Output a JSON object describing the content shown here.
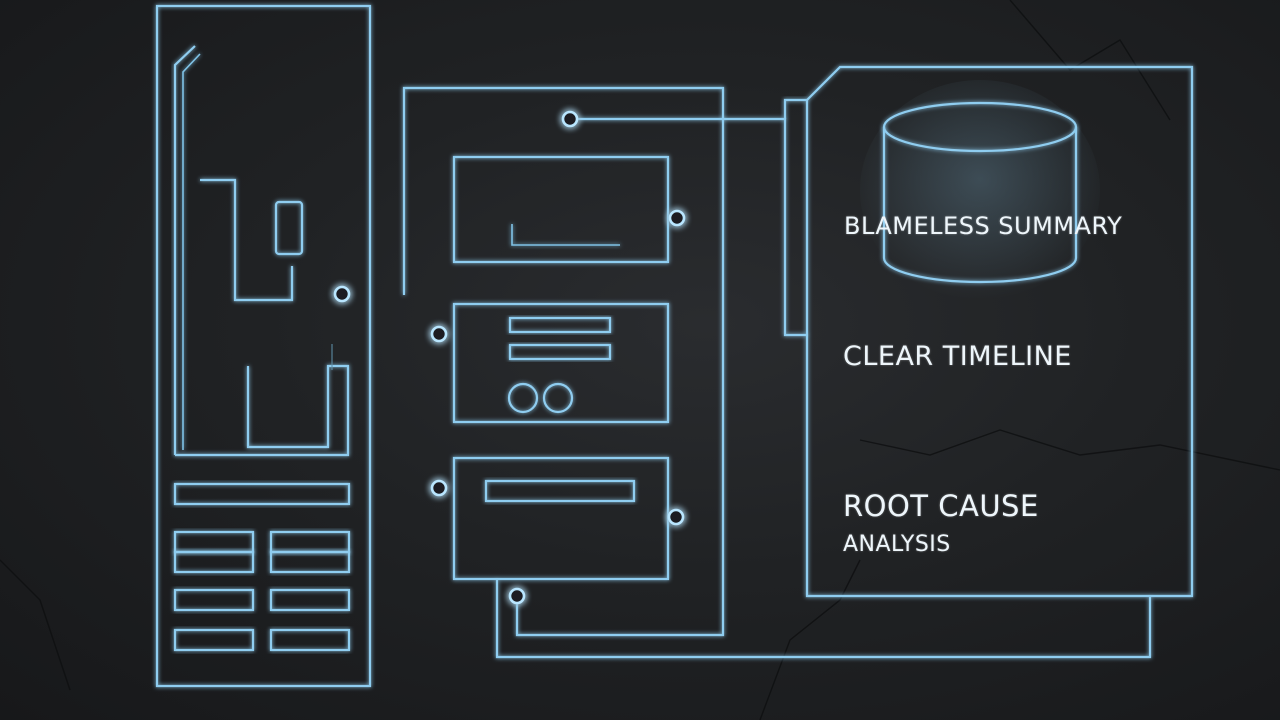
{
  "palette": {
    "background": "#1c1e20",
    "line": "#8fcdf0",
    "node": "#b9e6ff",
    "text": "#eef6fb"
  },
  "panel": {
    "items": [
      {
        "label": "BLAMELESS  SUMMARY",
        "icon": "database-cylinder-icon"
      },
      {
        "label": "CLEAR TIMELINE"
      },
      {
        "label_line1": "ROOT CAUSE",
        "label_line2": "ANALYSIS"
      }
    ]
  }
}
